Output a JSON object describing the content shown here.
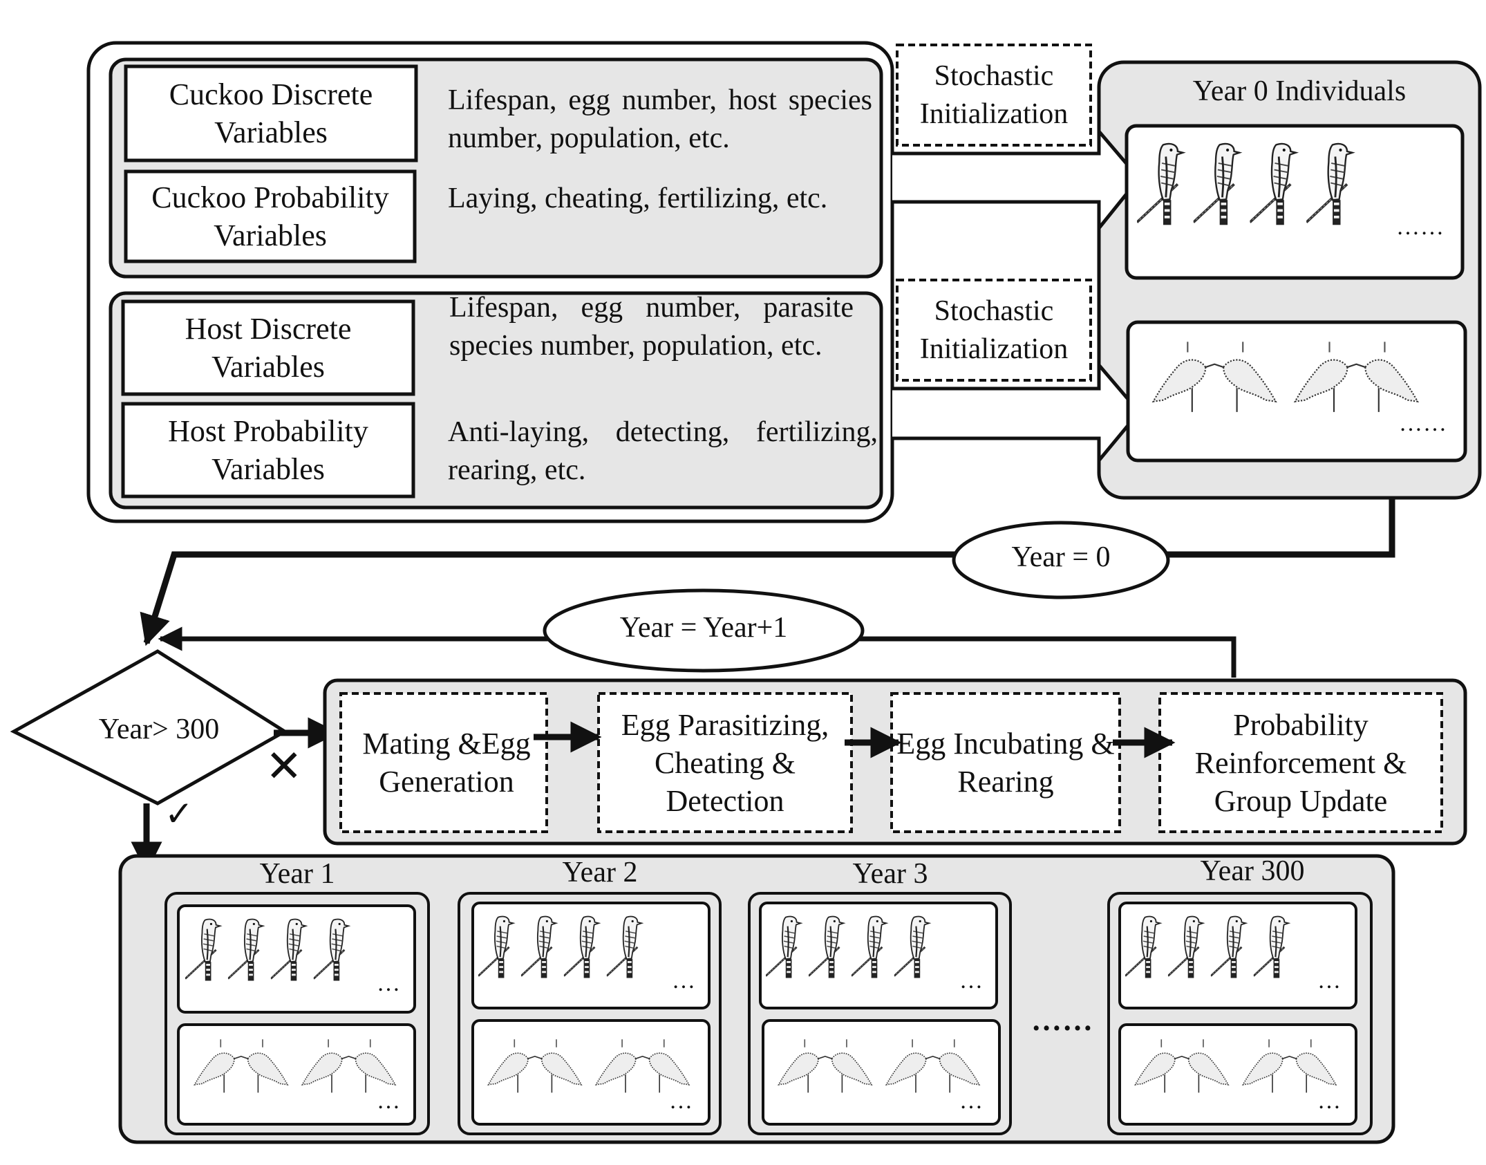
{
  "variables": {
    "cuckoo_discrete": {
      "label": "Cuckoo Discrete Variables",
      "desc": "Lifespan, egg number, host species number, population, etc."
    },
    "cuckoo_probability": {
      "label": "Cuckoo Probability Variables",
      "desc": "Laying, cheating, fertilizing, etc."
    },
    "host_discrete": {
      "label": "Host Discrete Variables",
      "desc": "Lifespan, egg number, parasite species number, population, etc."
    },
    "host_probability": {
      "label": "Host Probability Variables",
      "desc": "Anti-laying, detecting, fertilizing, rearing, etc."
    }
  },
  "init": {
    "top": "Stochastic Initialization",
    "bottom": "Stochastic Initialization"
  },
  "year0": {
    "title": "Year 0 Individuals",
    "dots_top": "……",
    "dots_bottom": "……"
  },
  "loop": {
    "start": "Year = 0",
    "increment": "Year = Year+1",
    "condition": "Year> 300",
    "no_mark": "✕",
    "yes_mark": "✓"
  },
  "steps": [
    "Mating &Egg Generation",
    "Egg Parasitizing, Cheating & Detection",
    "Egg Incubating & Rearing",
    "Probability Reinforcement & Group Update"
  ],
  "years": [
    {
      "title": "Year 1",
      "dots": "…"
    },
    {
      "title": "Year 2",
      "dots": "…"
    },
    {
      "title": "Year 3",
      "dots": "…"
    },
    {
      "title": "Year 300",
      "dots": "…"
    }
  ],
  "between_years": "……",
  "colors": {
    "panel": "#e6e6e6",
    "line": "#111111",
    "box": "#ffffff"
  },
  "icons": {
    "cuckoo": "perched-cuckoo-icon",
    "host": "host-bird-pair-icon"
  }
}
